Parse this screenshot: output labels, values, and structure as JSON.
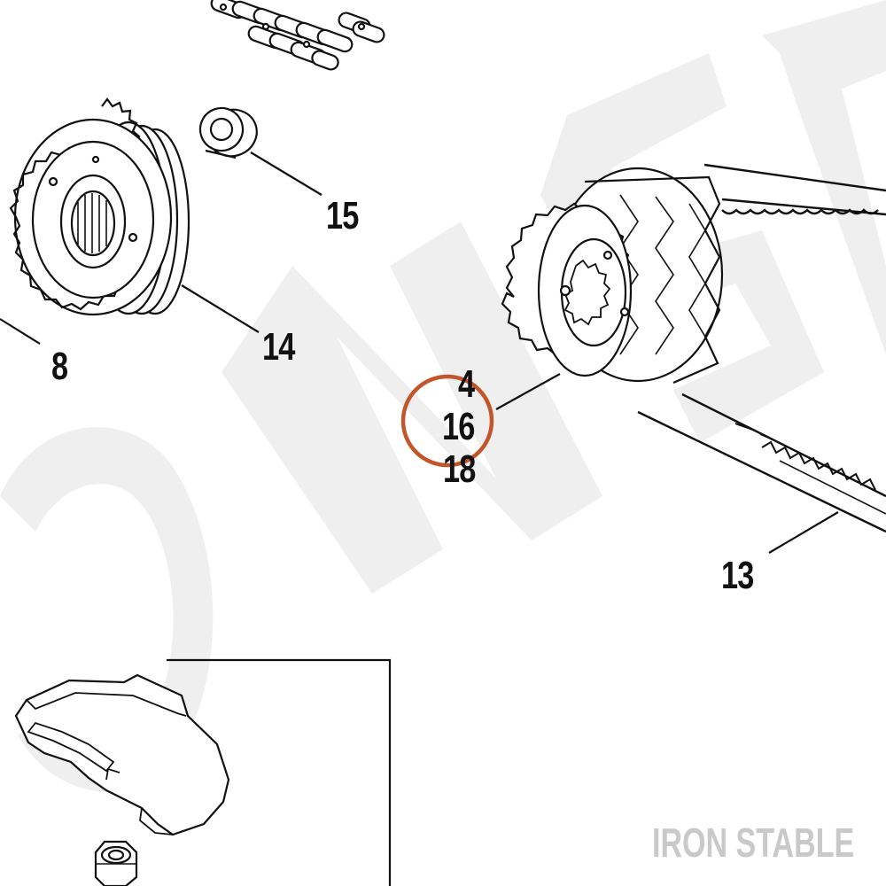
{
  "callouts": {
    "part_4": "4",
    "part_8": "8",
    "part_13": "13",
    "part_14": "14",
    "part_15": "15",
    "part_16": "16",
    "part_18": "18"
  },
  "highlight": {
    "target": "16",
    "ring_color": "#c4552b"
  },
  "watermark": {
    "text": "IRON STABLE",
    "color": "#c9c9c9",
    "background_letters_color": "#efefef"
  },
  "line_color": "#111111"
}
